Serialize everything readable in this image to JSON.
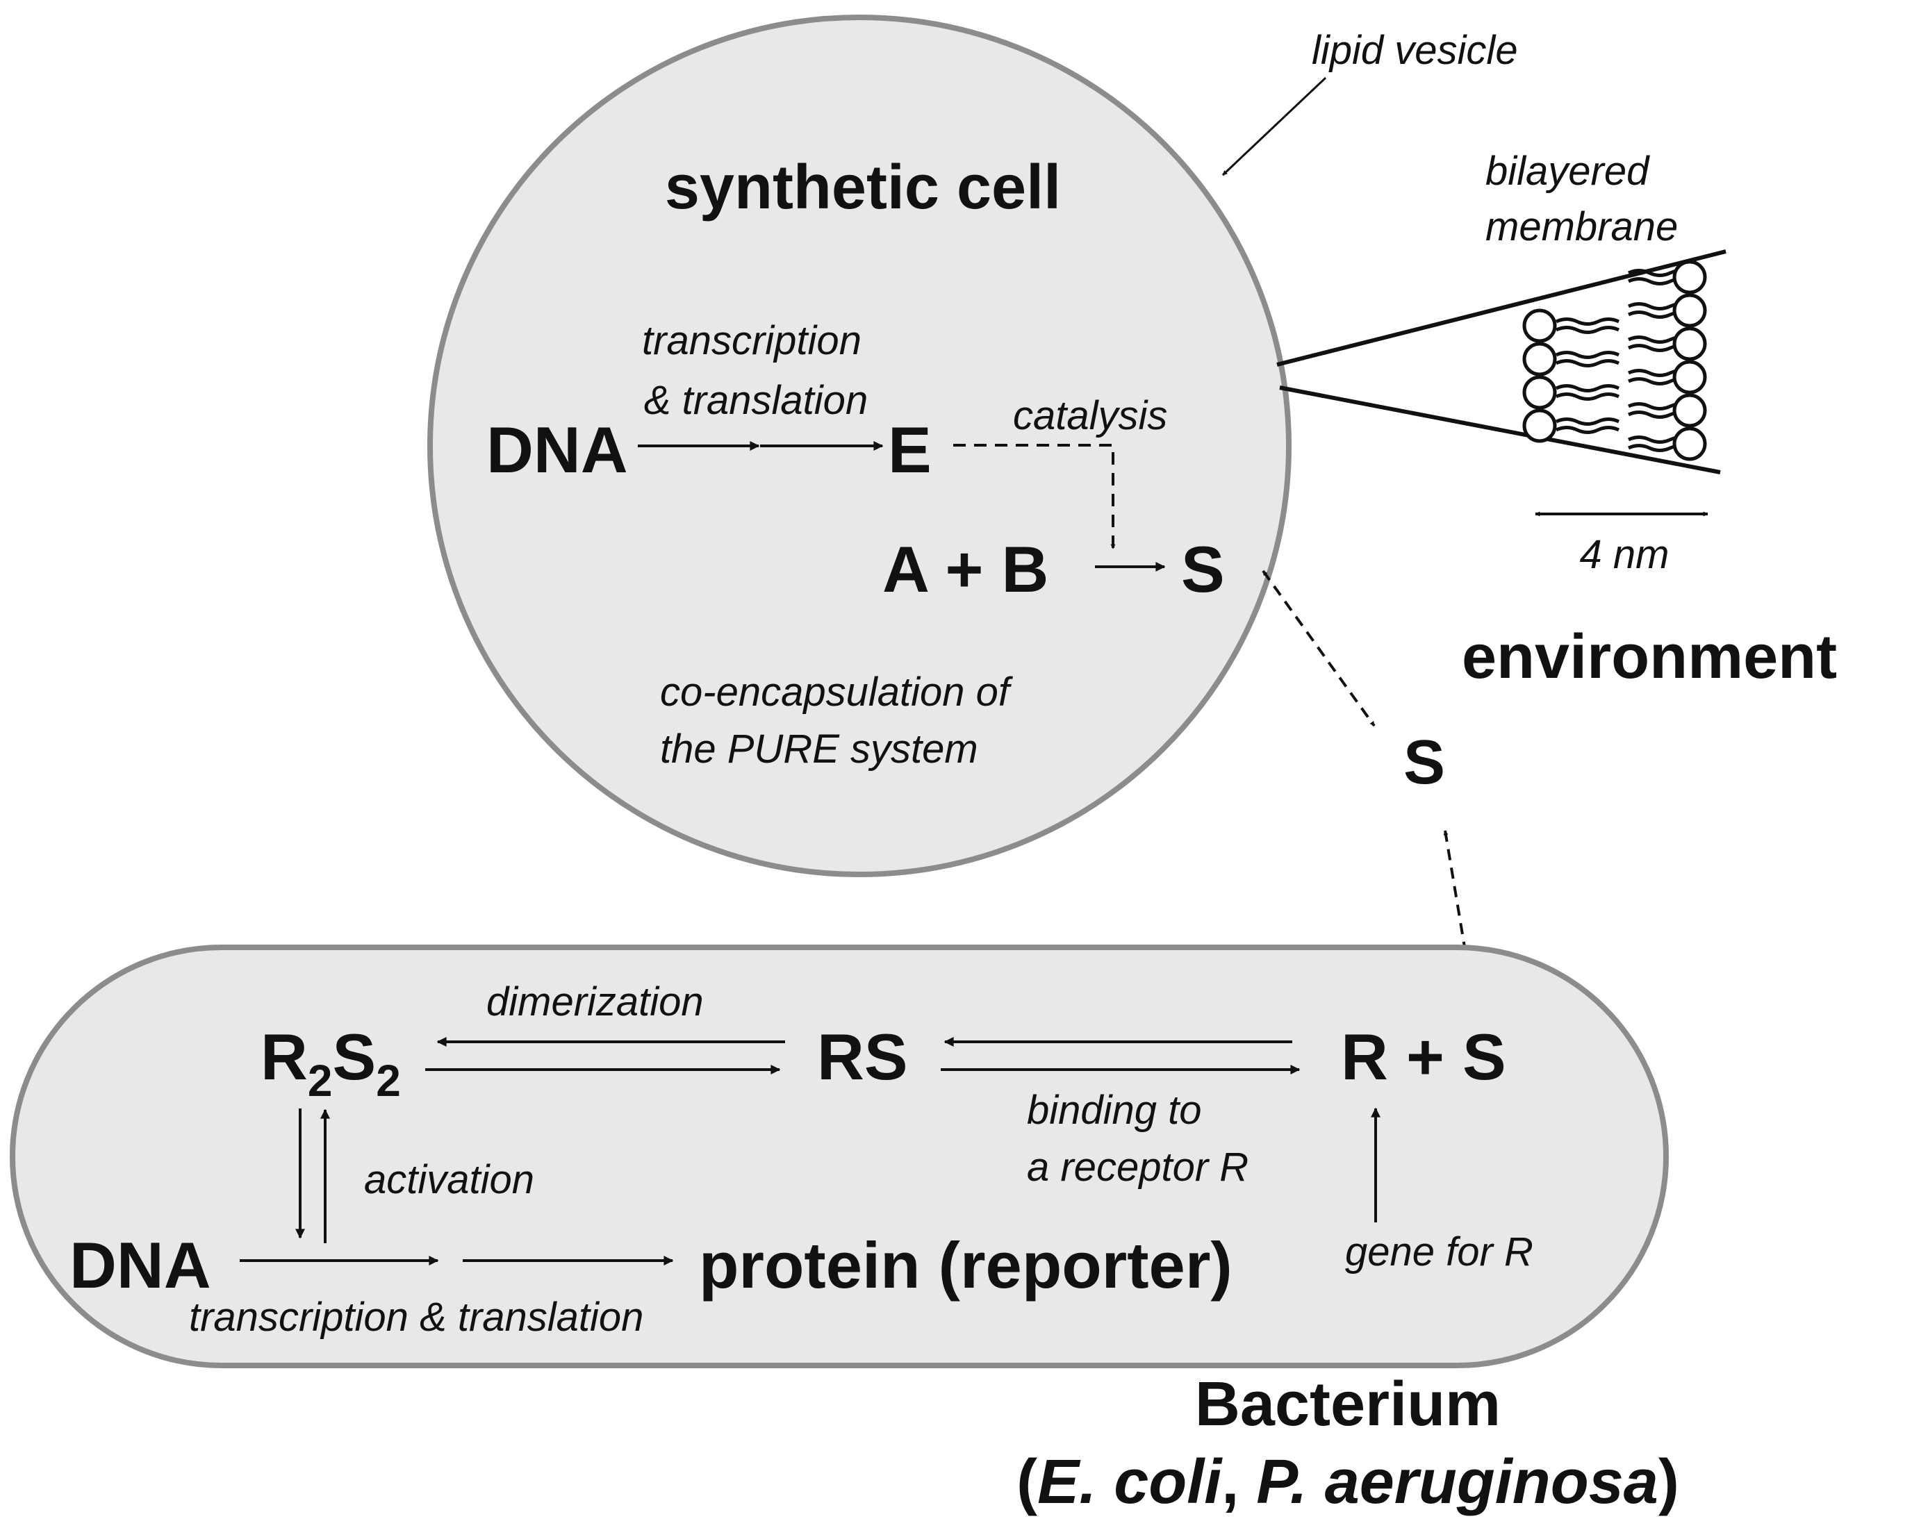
{
  "synthetic_cell": {
    "title": "synthetic cell",
    "dna": "DNA",
    "transcription_line1": "transcription",
    "transcription_line2": "& translation",
    "enzyme": "E",
    "catalysis": "catalysis",
    "substrates": "A + B",
    "product": "S",
    "coencap_line1": "co-encapsulation of",
    "coencap_line2": "the PURE system"
  },
  "vesicle": {
    "lipid_vesicle": "lipid vesicle",
    "membrane_line1": "bilayered",
    "membrane_line2": "membrane",
    "thickness": "4 nm"
  },
  "environment": {
    "label": "environment",
    "signal": "S"
  },
  "bacterium": {
    "title": "Bacterium",
    "species_open": "(",
    "species_ecoli": "E. coli",
    "species_sep": ", ",
    "species_paeru": "P. aeruginosa",
    "species_close": ")",
    "r2s2_r": "R",
    "r2s2_sub1": "2",
    "r2s2_s": "S",
    "r2s2_sub2": "2",
    "rs": "RS",
    "r_plus_s": "R + S",
    "dimerization": "dimerization",
    "binding_line1": "binding to",
    "binding_line2": "a receptor R",
    "activation": "activation",
    "dna": "DNA",
    "protein": "protein (reporter)",
    "transcription": "transcription & translation",
    "gene_for_r": "gene for R"
  },
  "colors": {
    "fill": "#e8e8e8",
    "outline": "#8c8c8c",
    "ink": "#111111"
  }
}
